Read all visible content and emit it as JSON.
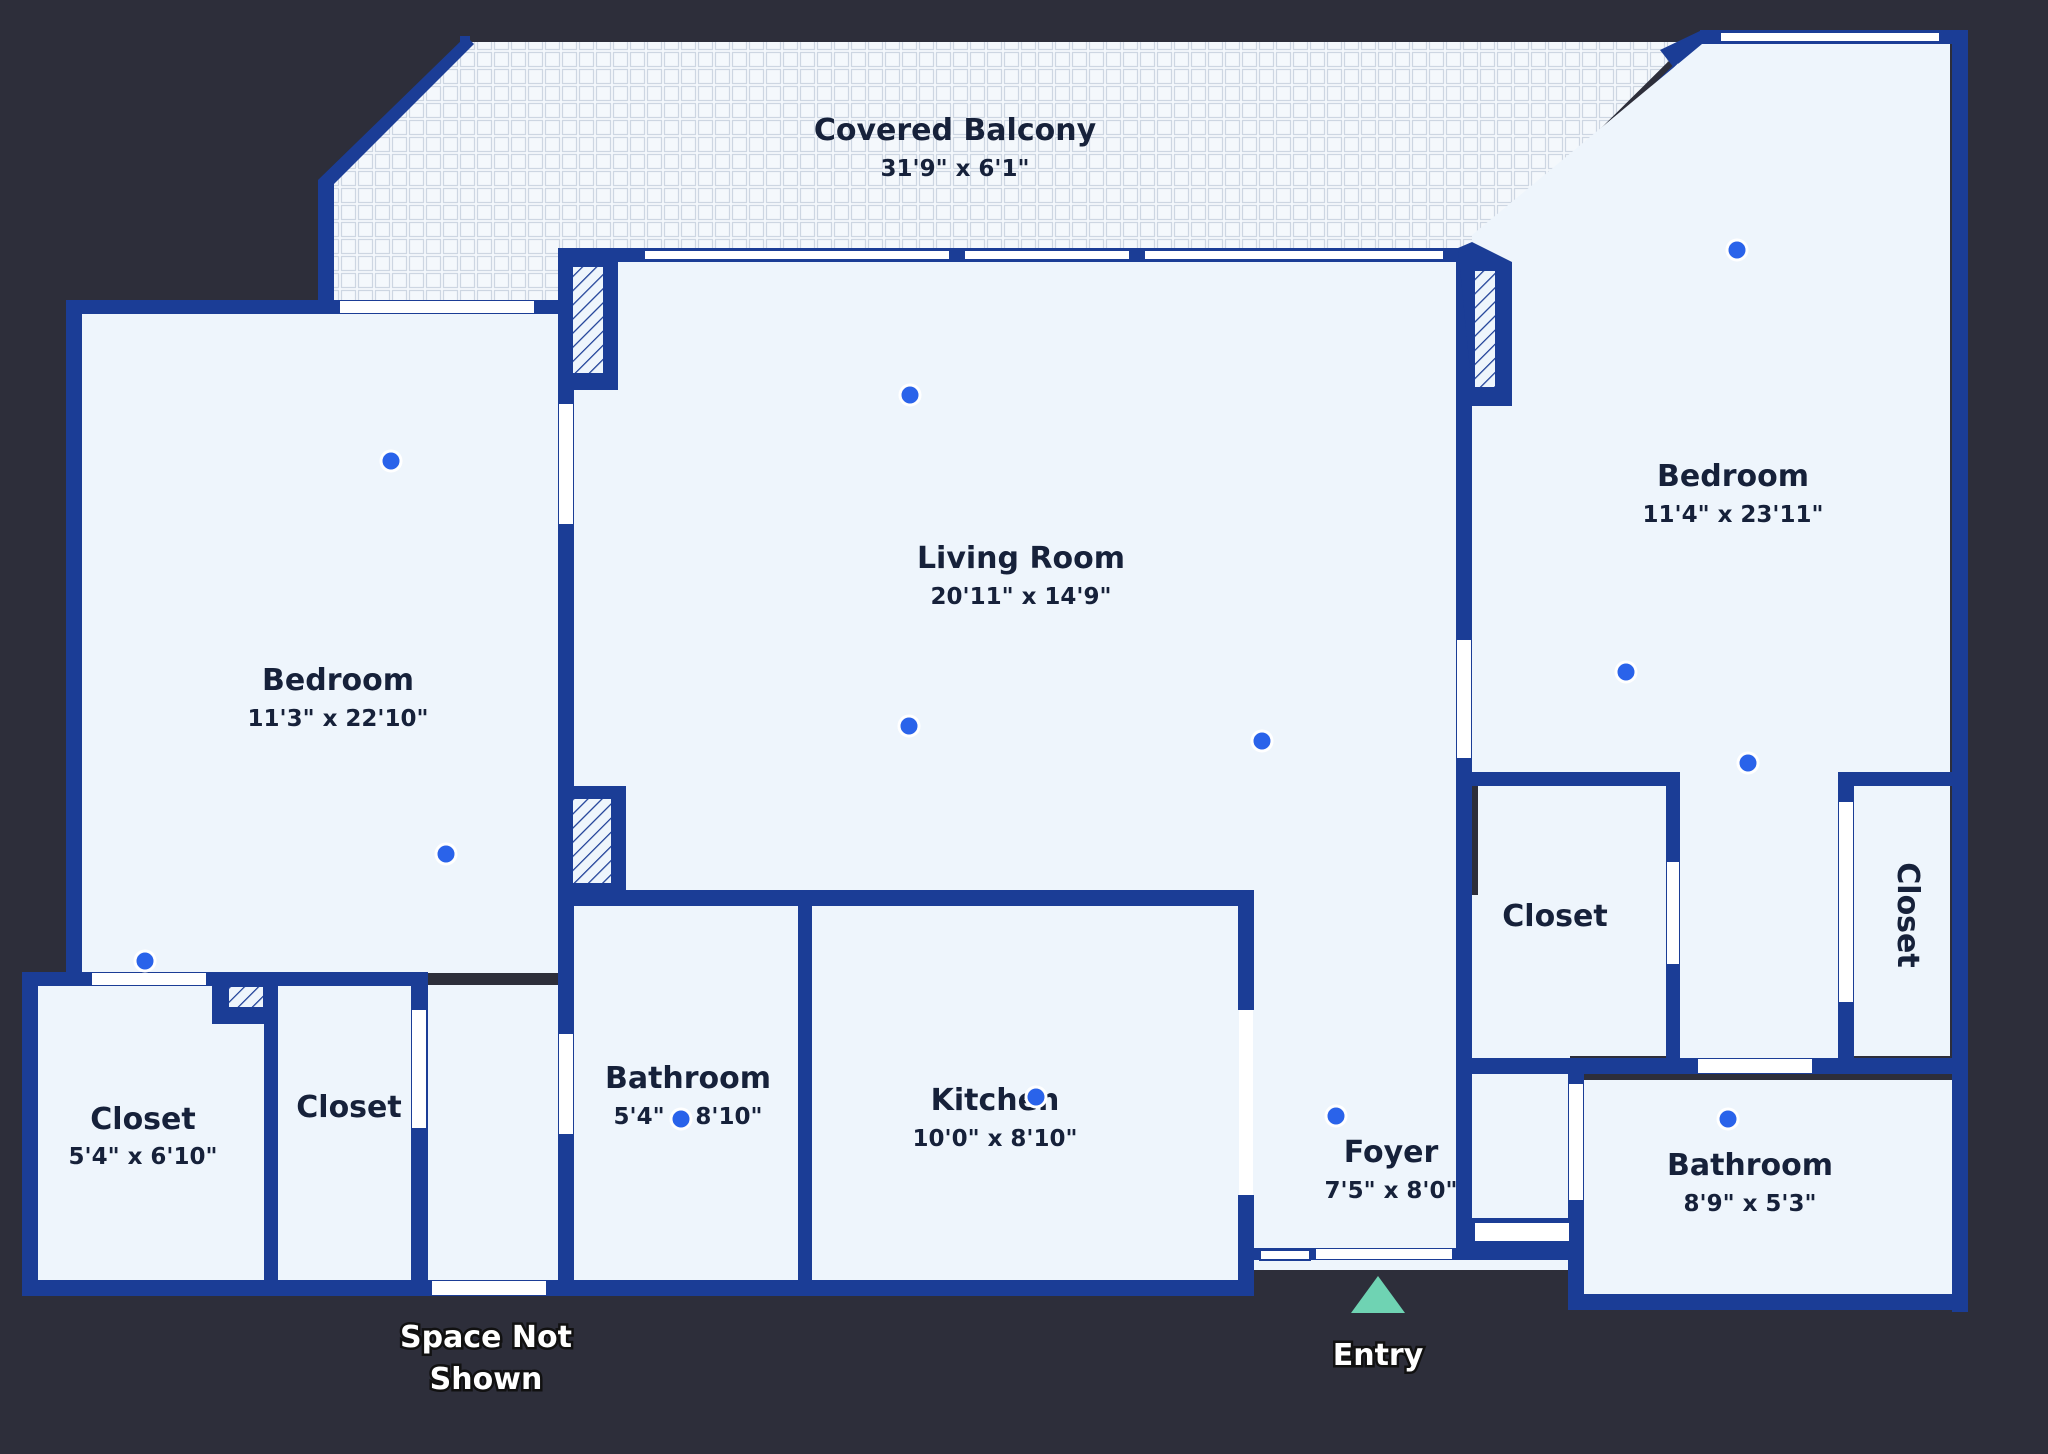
{
  "rooms": {
    "covered_balcony": {
      "name": "Covered Balcony",
      "dims": "31'9\" x 6'1\""
    },
    "living_room": {
      "name": "Living Room",
      "dims": "20'11\" x 14'9\""
    },
    "bedroom_left": {
      "name": "Bedroom",
      "dims": "11'3\" x 22'10\""
    },
    "bedroom_right": {
      "name": "Bedroom",
      "dims": "11'4\" x 23'11\""
    },
    "closet_left": {
      "name": "Closet",
      "dims": "5'4\" x 6'10\""
    },
    "closet_mid": {
      "name": "Closet"
    },
    "bathroom_left": {
      "name": "Bathroom",
      "dims": "5'4\" x 8'10\""
    },
    "kitchen": {
      "name": "Kitchen",
      "dims": "10'0\" x 8'10\""
    },
    "foyer": {
      "name": "Foyer",
      "dims": "7'5\" x 8'0\""
    },
    "closet_right": {
      "name": "Closet"
    },
    "closet_vertical": {
      "name": "Closet"
    },
    "bathroom_right": {
      "name": "Bathroom",
      "dims": "8'9\" x 5'3\""
    }
  },
  "outside_labels": {
    "space_not_shown_line1": "Space Not",
    "space_not_shown_line2": "Shown",
    "entry": "Entry"
  },
  "colors": {
    "background": "#2d2e3a",
    "wall": "#1b3d96",
    "floor": "#eef5fc",
    "photo_pin": "#2a63ea",
    "entry_marker": "#6fd3b3"
  },
  "icons": {
    "photo_pin": "blue-dot-icon",
    "entry_marker": "triangle-up-icon"
  }
}
